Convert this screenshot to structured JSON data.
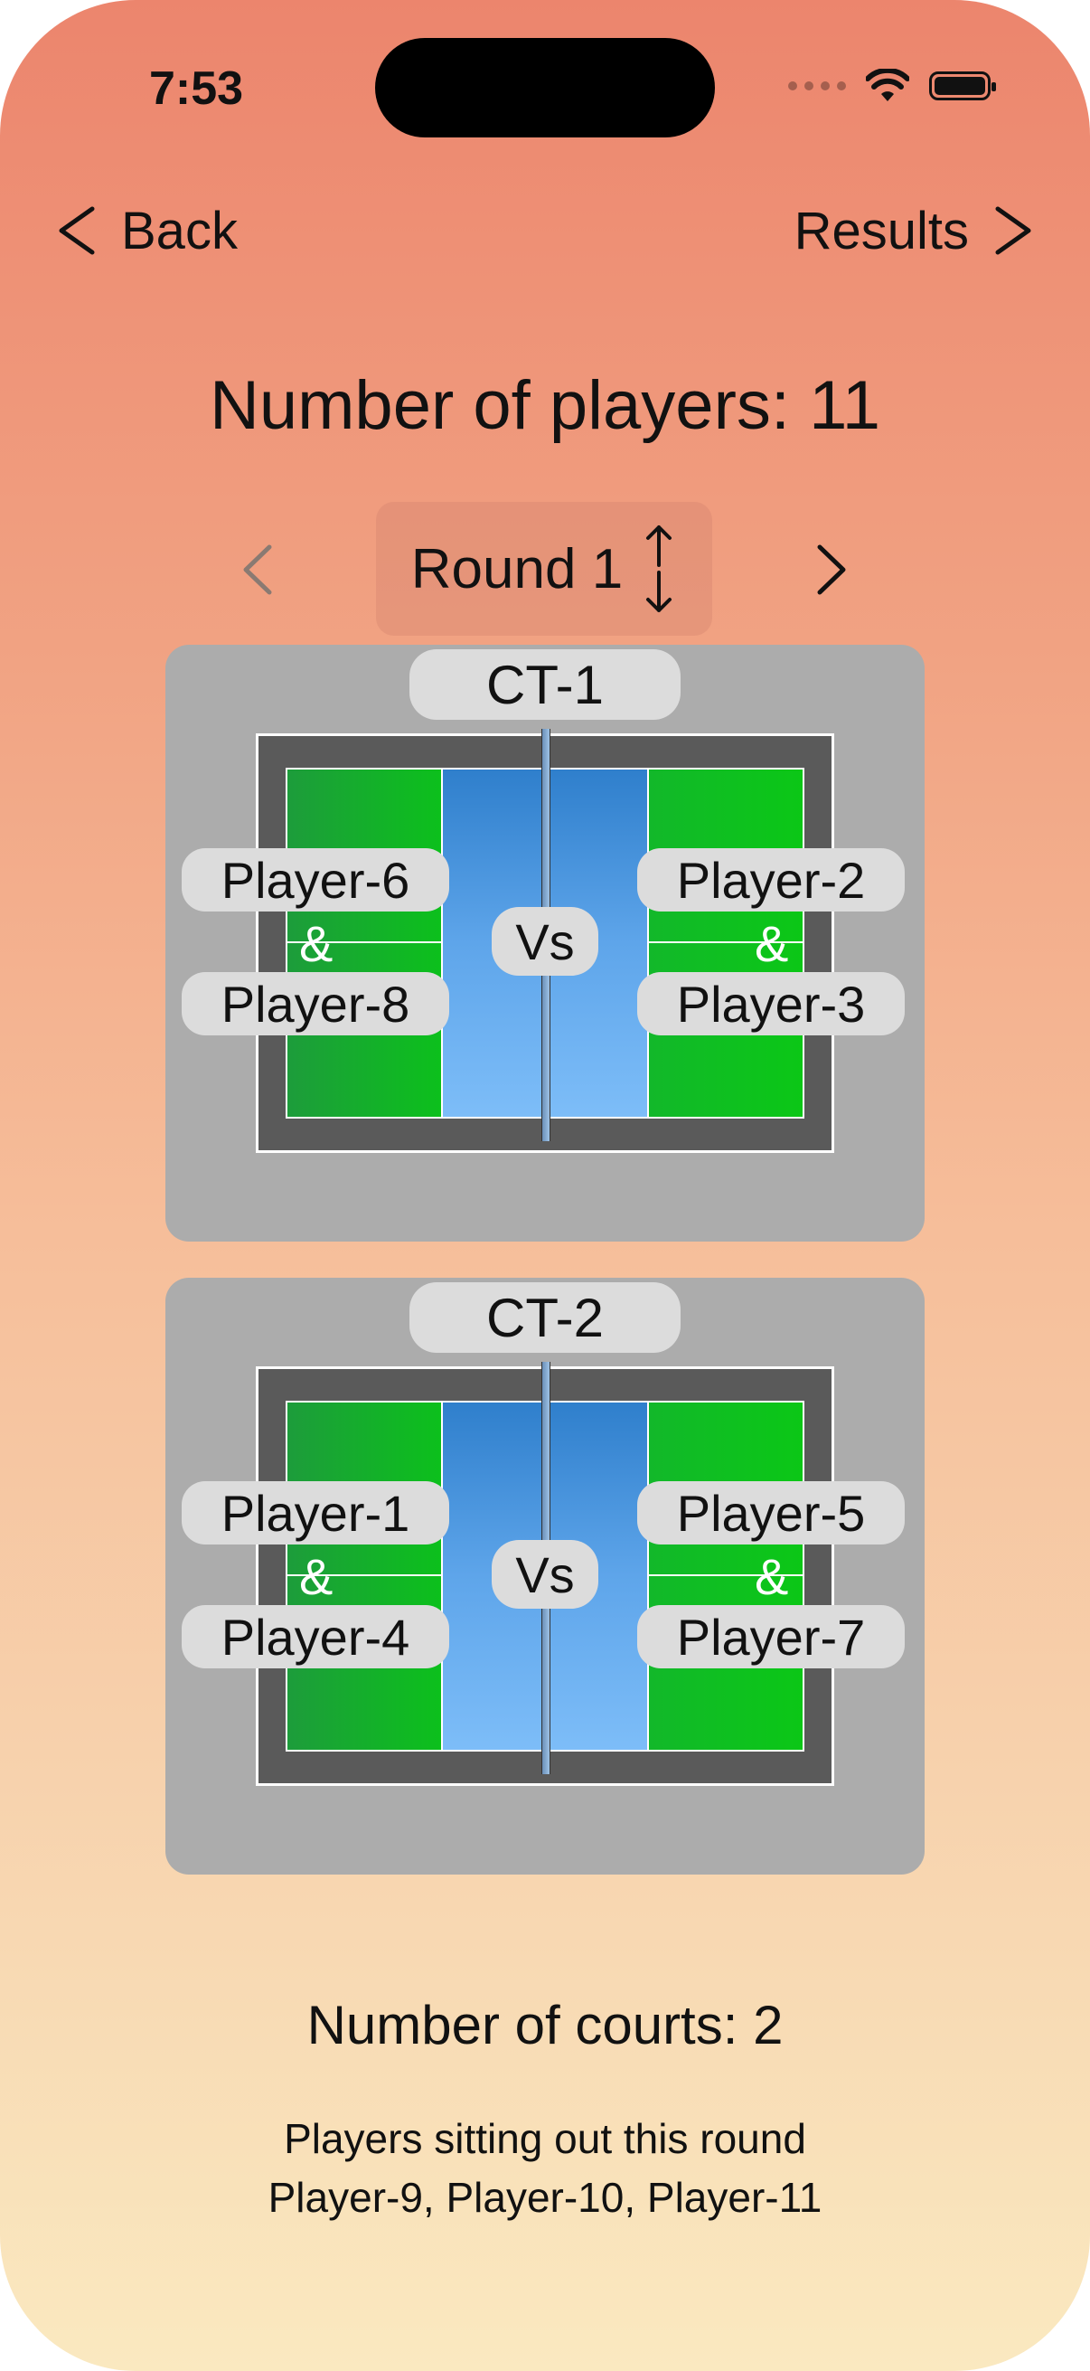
{
  "status_bar": {
    "time": "7:53"
  },
  "nav": {
    "back_label": "Back",
    "results_label": "Results"
  },
  "title": "Number of players: 11",
  "round": {
    "label": "Round 1"
  },
  "vs_label": "Vs",
  "amp_label": "&",
  "courts": [
    {
      "label": "CT-1",
      "left_team": [
        "Player-6",
        "Player-8"
      ],
      "right_team": [
        "Player-2",
        "Player-3"
      ]
    },
    {
      "label": "CT-2",
      "left_team": [
        "Player-1",
        "Player-4"
      ],
      "right_team": [
        "Player-5",
        "Player-7"
      ]
    }
  ],
  "footer": {
    "courts_count": "Number of courts: 2",
    "sitting_out_title": "Players sitting out this round",
    "sitting_out_list": "Player-9, Player-10, Player-11"
  }
}
